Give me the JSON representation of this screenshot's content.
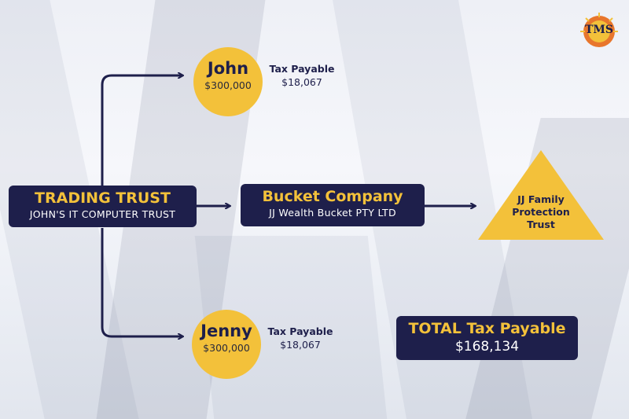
{
  "logo": {
    "text": "TMS"
  },
  "trading_trust": {
    "title": "TRADING TRUST",
    "subtitle": "JOHN'S IT COMPUTER TRUST"
  },
  "bucket_company": {
    "title": "Bucket Company",
    "subtitle": "JJ Wealth Bucket PTY LTD"
  },
  "family_trust": {
    "line1": "JJ Family",
    "line2": "Protection",
    "line3": "Trust"
  },
  "john": {
    "name": "John",
    "amount": "$300,000",
    "tax_label": "Tax Payable",
    "tax_value": "$18,067"
  },
  "jenny": {
    "name": "Jenny",
    "amount": "$300,000",
    "tax_label": "Tax Payable",
    "tax_value": "$18,067"
  },
  "total": {
    "label": "TOTAL Tax Payable",
    "value": "$168,134"
  },
  "colors": {
    "navy": "#1e1f4b",
    "gold": "#f3c13a"
  }
}
